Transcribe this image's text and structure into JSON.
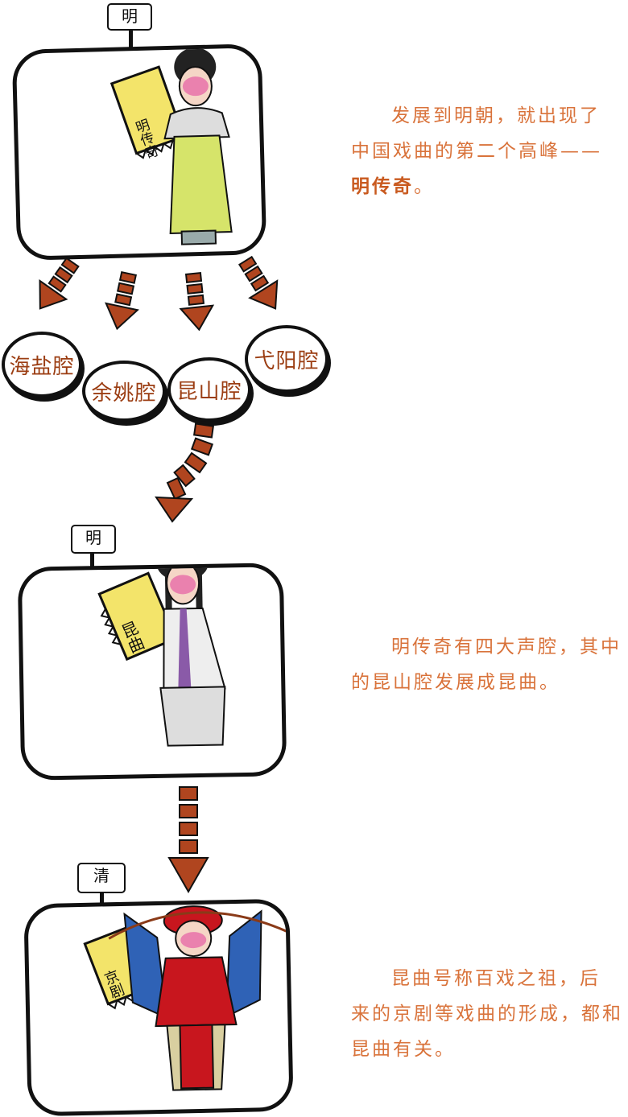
{
  "panels": [
    {
      "era_sign": "明",
      "flag_text": "明传奇"
    },
    {
      "era_sign": "明",
      "flag_text": "昆曲"
    },
    {
      "era_sign": "清",
      "flag_text": "京剧"
    }
  ],
  "branches": [
    "海盐腔",
    "余姚腔",
    "昆山腔",
    "弋阳腔"
  ],
  "captions": {
    "c1_line1": "发展到明朝，就出现了",
    "c1_line2": "中国戏曲的第二个高峰——",
    "c1_highlight": "明传奇",
    "c1_end": "。",
    "c2_line1": "明传奇有四大声腔，其中",
    "c2_line2": "的昆山腔发展成昆曲。",
    "c3_line1": "昆曲号称百戏之祖，后",
    "c3_line2": "来的京剧等戏曲的形成，都和",
    "c3_line3": "昆曲有关。"
  },
  "colors": {
    "caption": "#d9733b",
    "highlight": "#c95a1f",
    "arrow": "#b0451f",
    "flag": "#f3e46a"
  }
}
